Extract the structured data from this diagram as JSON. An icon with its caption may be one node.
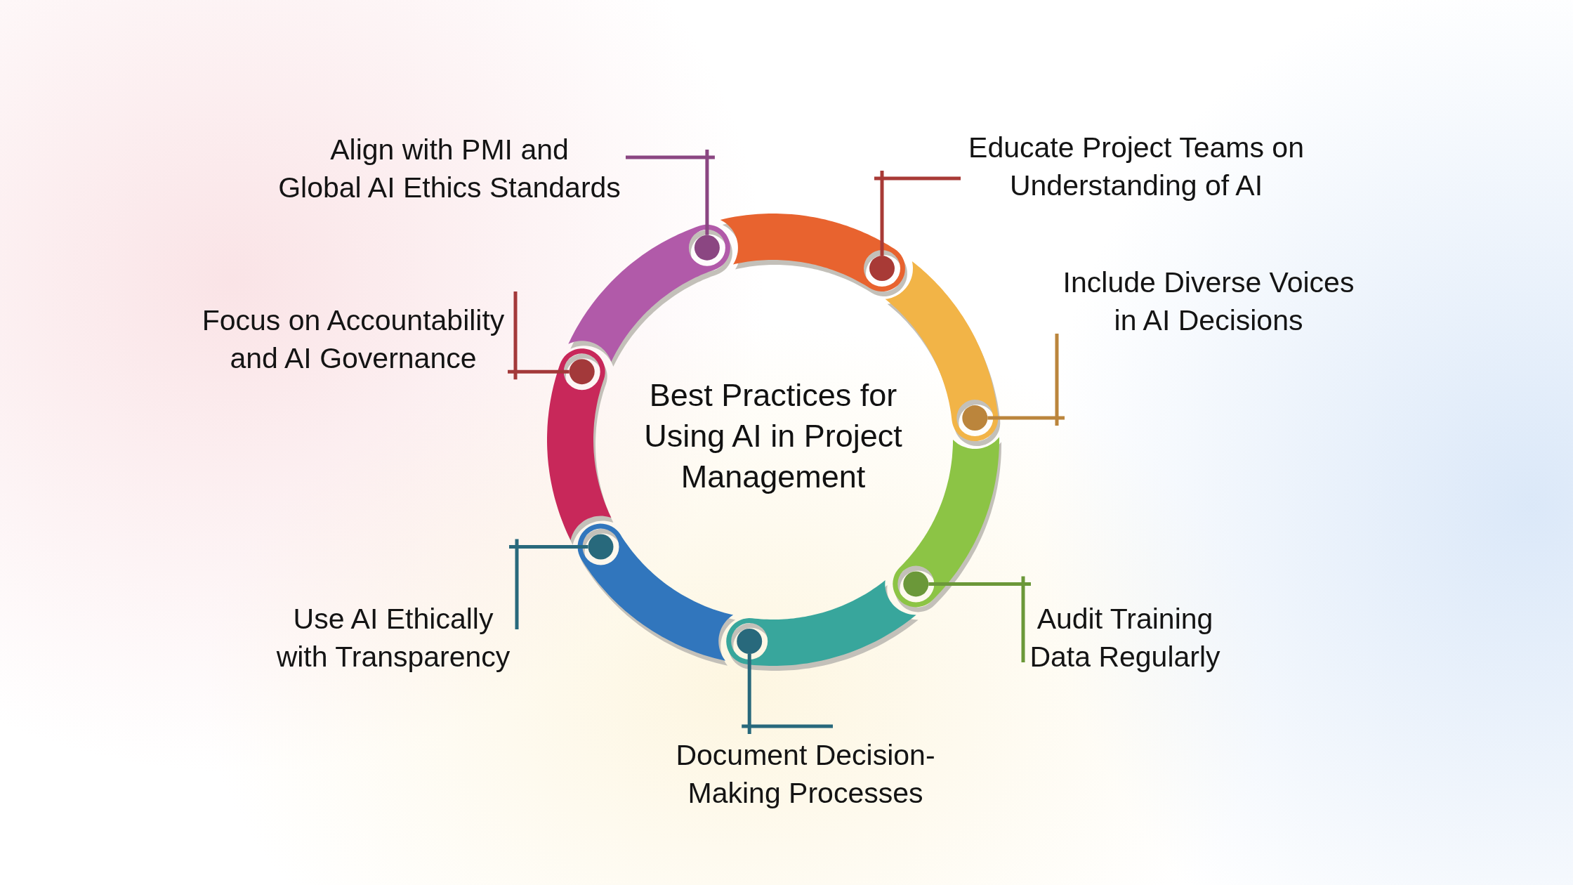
{
  "diagram": {
    "title": "Best Practices for Using AI in Project Management",
    "nodes": [
      {
        "text": [
          "Align with PMI and Global AI Ethics Standards"
        ]
      },
      {
        "text": [
          "Educate Project Teams on Understanding of AI"
        ]
      },
      {
        "text": [
          "Include Diverse Voices in AI Decisions"
        ]
      },
      {
        "text": [
          "Focus on Accountability and AI Governance"
        ]
      },
      {
        "text": [
          "Use AI Ethically with Transparency"
        ]
      },
      {
        "text": [
          "Audit Training Data Regularly"
        ]
      },
      {
        "text": [
          "Document Decision-Making Processes"
        ]
      },
      {
        "text": [],
        "shape": "circle"
      },
      {
        "text": [],
        "shape": "circle"
      },
      {
        "text": [],
        "shape": "circle"
      },
      {
        "text": [],
        "shape": "circle"
      },
      {
        "text": [],
        "shape": "circle"
      },
      {
        "text": [],
        "shape": "circle"
      },
      {
        "text": [],
        "shape": "circle"
      }
    ],
    "edges": [
      {
        "from": 0,
        "to": 7,
        "arrow": "none",
        "color": "#8b4682"
      },
      {
        "from": 1,
        "to": 8,
        "arrow": "none",
        "color": "#a83a36"
      },
      {
        "from": 2,
        "to": 10,
        "arrow": "none",
        "color": "#bb853c"
      },
      {
        "from": 3,
        "to": 9,
        "arrow": "none",
        "color": "#a3393a"
      },
      {
        "from": 4,
        "to": 11,
        "arrow": "none",
        "color": "#28697c"
      },
      {
        "from": 5,
        "to": 12,
        "arrow": "none",
        "color": "#6b9839"
      },
      {
        "from": 6,
        "to": 13,
        "arrow": "none",
        "color": "#28697c"
      }
    ]
  }
}
